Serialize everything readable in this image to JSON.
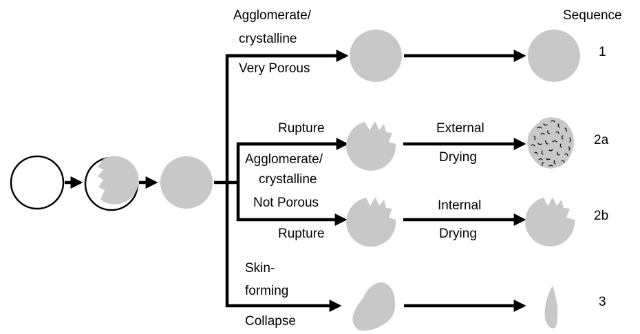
{
  "header": {
    "sequence_label": "Sequence"
  },
  "routes": {
    "porous": {
      "line1": "Agglomerate/",
      "line2": "crystalline",
      "line3": "Very Porous",
      "sequence": "1"
    },
    "rupture_external": {
      "upper": "Rupture",
      "mid1": "External",
      "mid2": "Drying",
      "sequence": "2a"
    },
    "not_porous": {
      "line1": "Agglomerate/",
      "line2": "crystalline",
      "line3": "Not Porous"
    },
    "rupture_internal": {
      "lower": "Rupture",
      "mid1": "Internal",
      "mid2": "Drying",
      "sequence": "2b"
    },
    "skin_forming": {
      "line1": "Skin-",
      "line2": "forming",
      "line3": "Collapse",
      "sequence": "3"
    }
  }
}
